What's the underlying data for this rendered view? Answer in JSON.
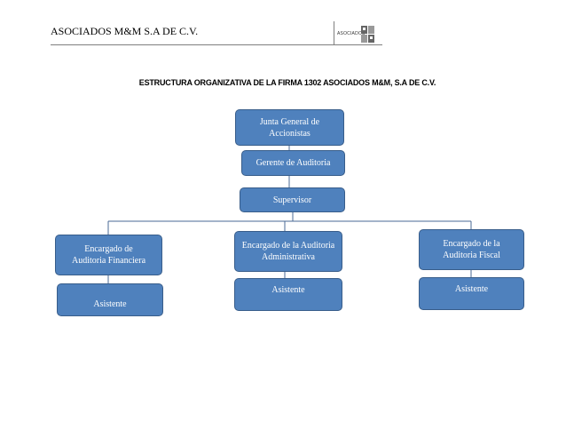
{
  "header": {
    "company": "ASOCIADOS M&M S.A DE C.V.",
    "logo_text": "ASOCIADOS"
  },
  "title": "ESTRUCTURA ORGANIZATIVA DE LA FIRMA 1302 ASOCIADOS M&M, S.A DE C.V.",
  "org": {
    "junta": "Junta General de Accionistas",
    "gerente": "Gerente de Auditoria",
    "supervisor": "Supervisor",
    "enc_financiera": "Encargado de Auditoria Financiera",
    "enc_administrativa": "Encargado de la Auditoria Administrativa",
    "enc_fiscal": "Encargado de la Auditoria Fiscal",
    "asistente_1": "Asistente",
    "asistente_2": "Asistente",
    "asistente_3": "Asistente"
  },
  "colors": {
    "box_fill": "#4f81bd",
    "box_border": "#385d8a",
    "connector": "#4a6a94"
  }
}
